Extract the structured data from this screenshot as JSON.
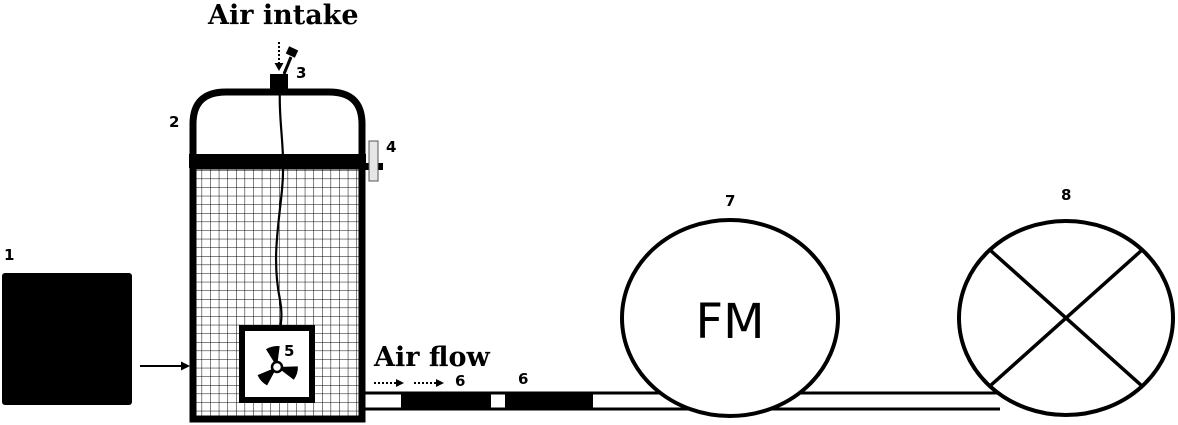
{
  "labels": {
    "air_intake": "Air intake",
    "air_flow": "Air flow",
    "fm": "FM",
    "n1": "1",
    "n2": "2",
    "n3": "3",
    "n4": "4",
    "n5": "5",
    "n6a": "6",
    "n6b": "6",
    "n7": "7",
    "n8": "8"
  },
  "colors": {
    "ink": "#000000",
    "paper": "#ffffff",
    "valve": "#e6e6e6"
  },
  "icons": {
    "fan": "radiation-fan-icon"
  }
}
